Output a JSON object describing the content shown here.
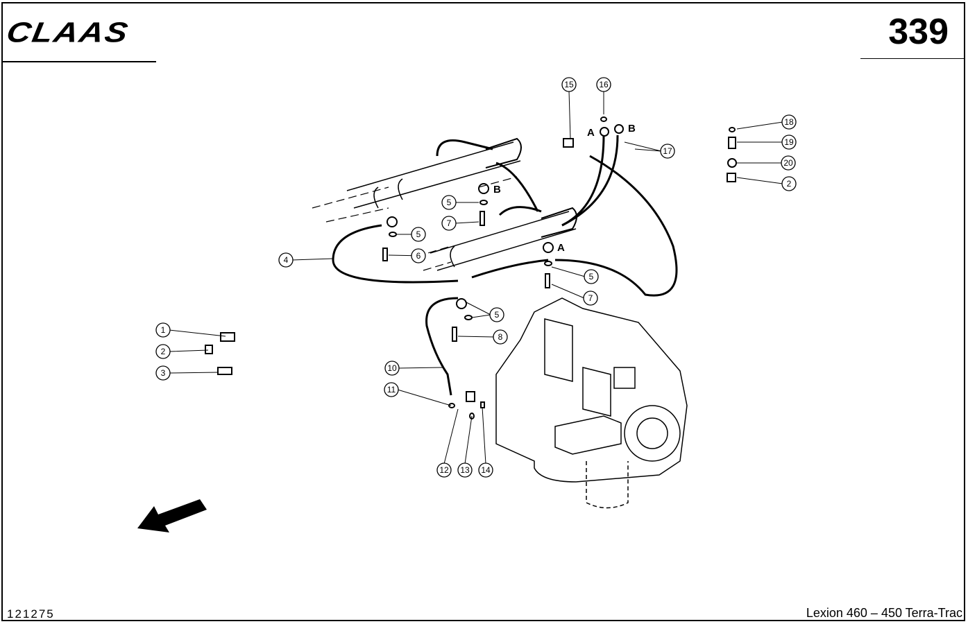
{
  "header": {
    "brand": "CLAAS",
    "page_number": "339"
  },
  "footer": {
    "drawing_code": "121275",
    "model": "Lexion 460 – 450 Terra-Trac"
  },
  "callouts": [
    "15",
    "16",
    "18",
    "19",
    "20",
    "2",
    "17",
    "5",
    "7",
    "5",
    "6",
    "4",
    "5",
    "7",
    "5",
    "8",
    "1",
    "2",
    "3",
    "10",
    "11",
    "12",
    "13",
    "14"
  ],
  "ports": [
    "B",
    "A",
    "A",
    "B"
  ]
}
